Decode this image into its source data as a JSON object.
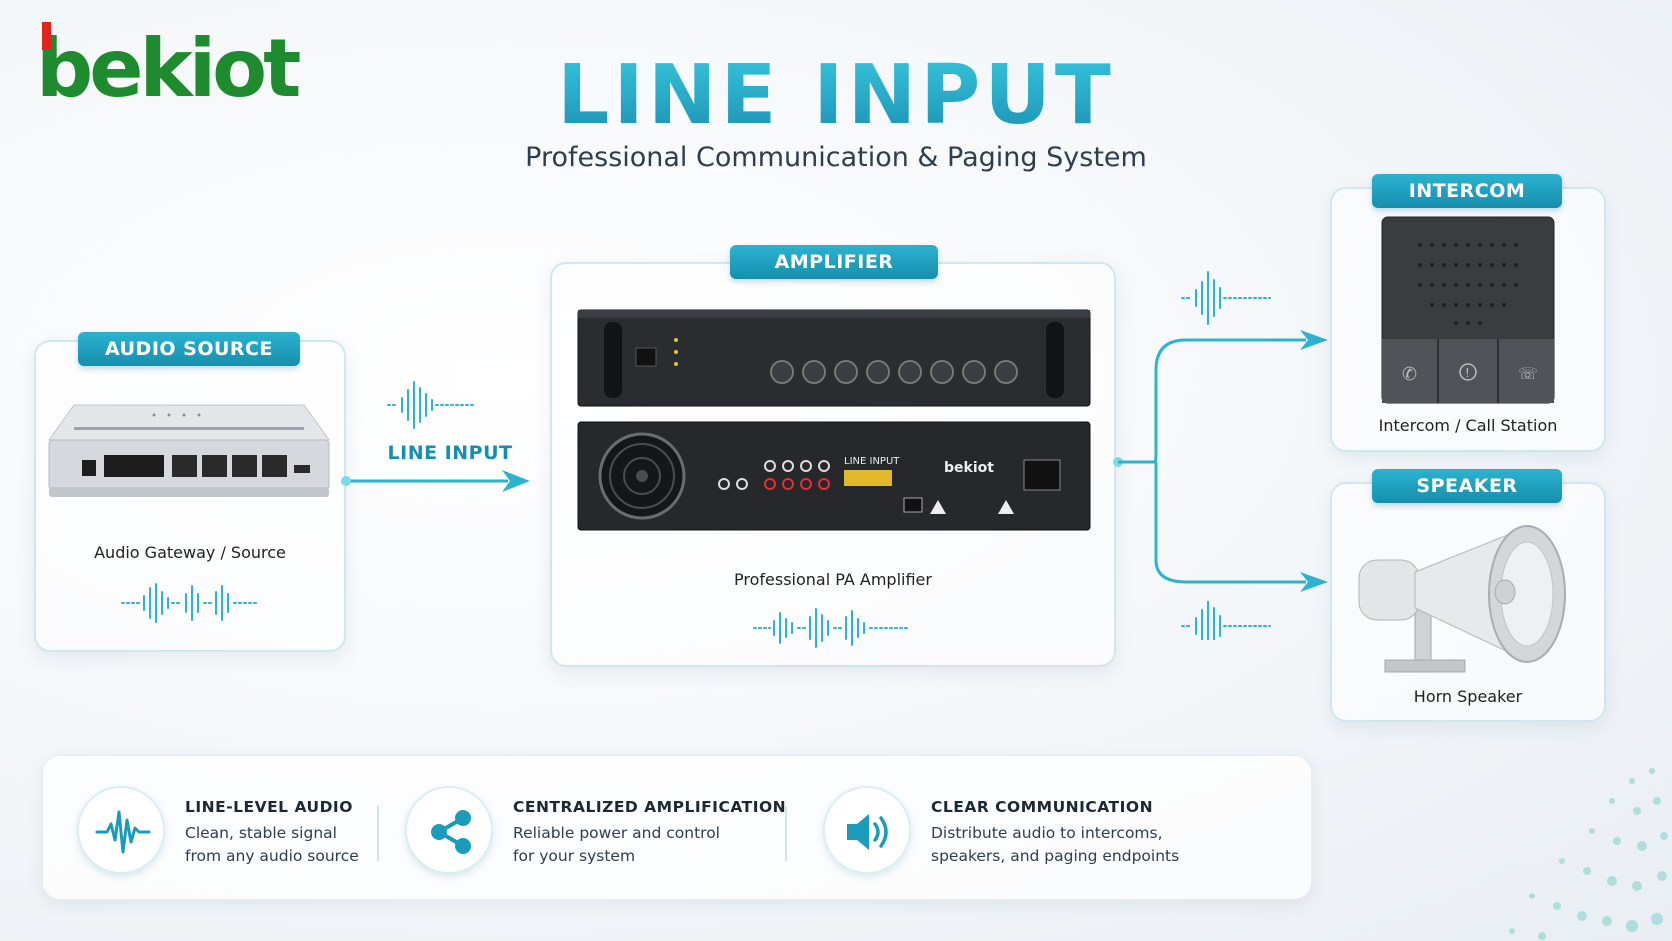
{
  "brand": {
    "logo_text": "bekiot",
    "accent_red": "#e0241b",
    "accent_green": "#1e8b2f"
  },
  "header": {
    "title": "LINE INPUT",
    "subtitle": "Professional Communication & Paging System"
  },
  "colors": {
    "teal": "#1ea3c3",
    "teal_dark": "#168fae",
    "text": "#1e2a36"
  },
  "audio_source": {
    "badge": "AUDIO SOURCE",
    "caption": "Audio Gateway / Source"
  },
  "link": {
    "label": "LINE INPUT"
  },
  "amplifier": {
    "badge": "AMPLIFIER",
    "caption": "Professional PA Amplifier",
    "rear_label": "LINE INPUT",
    "rear_brand": "bekiot"
  },
  "intercom": {
    "badge": "INTERCOM",
    "caption": "Intercom / Call Station"
  },
  "speaker": {
    "badge": "SPEAKER",
    "caption": "Horn Speaker"
  },
  "features": [
    {
      "icon": "waveform-icon",
      "title": "LINE-LEVEL AUDIO",
      "line1": "Clean, stable signal",
      "line2": "from any audio source"
    },
    {
      "icon": "share-icon",
      "title": "CENTRALIZED AMPLIFICATION",
      "line1": "Reliable power and control",
      "line2": "for your system"
    },
    {
      "icon": "speaker-volume-icon",
      "title": "CLEAR COMMUNICATION",
      "line1": "Distribute audio to intercoms,",
      "line2": "speakers, and paging endpoints"
    }
  ]
}
